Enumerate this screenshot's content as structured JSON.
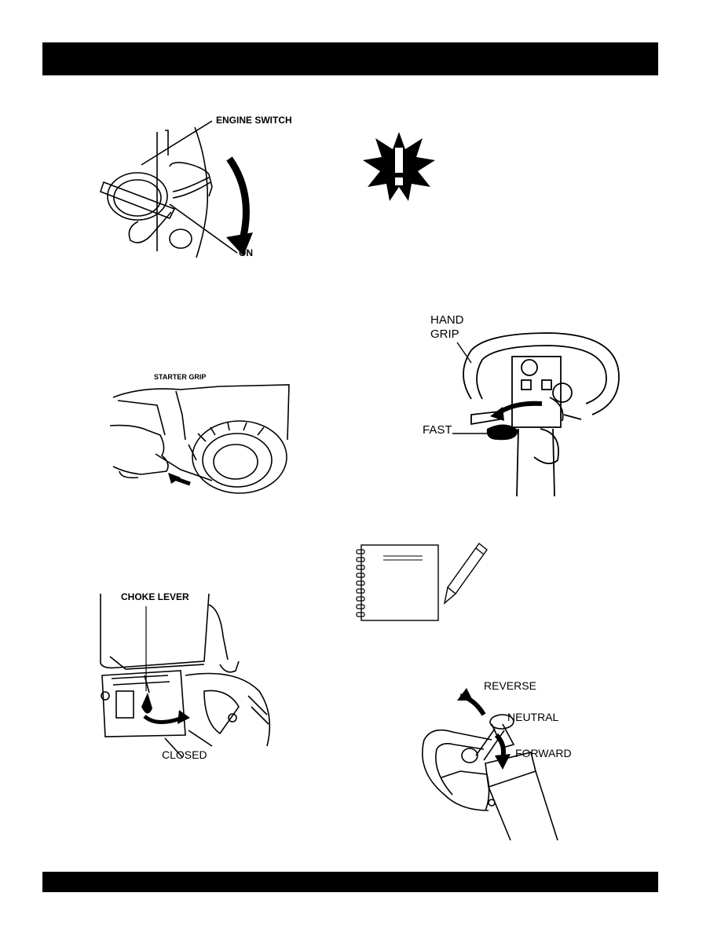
{
  "figures": {
    "engine_switch": {
      "label": "ENGINE SWITCH",
      "on_label": "ON"
    },
    "starter": {
      "label": "STARTER GRIP"
    },
    "choke": {
      "label": "CHOKE LEVER",
      "closed_label": "CLOSED"
    },
    "throttle": {
      "hand_grip_line1": "HAND",
      "hand_grip_line2": "GRIP",
      "fast_label": "FAST"
    },
    "direction": {
      "reverse_label": "REVERSE",
      "neutral_label": "NEUTRAL",
      "forward_label": "FORWARD"
    }
  },
  "icons": {
    "warning": "exclamation-burst-icon",
    "notebook": "notebook-icon",
    "pencil": "pencil-icon"
  }
}
